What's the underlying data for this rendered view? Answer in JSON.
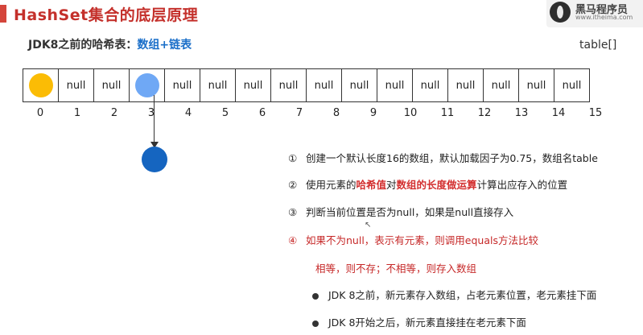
{
  "header": {
    "title": "HashSet集合的底层原理",
    "logo_name": "黑马程序员",
    "logo_url": "www.itheima.com"
  },
  "subtitle": {
    "prefix": "JDK8之前的哈希表：",
    "highlight": "数组+链表"
  },
  "table_label": "table[]",
  "colors": {
    "title": "#c4302b",
    "highlight_blue": "#1b6fc9",
    "element_orange": "#fbbc05",
    "element_light_blue": "#6fa8f5",
    "element_dark_blue": "#1565c0",
    "emphasis_red": "#d32f2f"
  },
  "cells": [
    "",
    "null",
    "null",
    "",
    "null",
    "null",
    "null",
    "null",
    "null",
    "null",
    "null",
    "null",
    "null",
    "null",
    "null",
    "null"
  ],
  "indices": [
    "0",
    "1",
    "2",
    "3",
    "4",
    "5",
    "6",
    "7",
    "8",
    "9",
    "10",
    "11",
    "12",
    "13",
    "14",
    "15"
  ],
  "steps": [
    {
      "num": "①",
      "text": "创建一个默认长度16的数组，默认加载因子为0.75，数组名table"
    },
    {
      "num": "②",
      "pre": "使用元素的",
      "red1": "哈希值",
      "mid": "对",
      "red2": "数组的长度做运算",
      "post": "计算出应存入的位置"
    },
    {
      "num": "③",
      "text": "判断当前位置是否为null，如果是null直接存入"
    },
    {
      "num": "④",
      "text": "如果不为null，表示有元素，则调用equals方法比较"
    }
  ],
  "sub_line": "相等，则不存；不相等，则存入数组",
  "bullets": [
    "JDK 8之前，新元素存入数组，占老元素位置，老元素挂下面",
    "JDK 8开始之后，新元素直接挂在老元素下面"
  ]
}
